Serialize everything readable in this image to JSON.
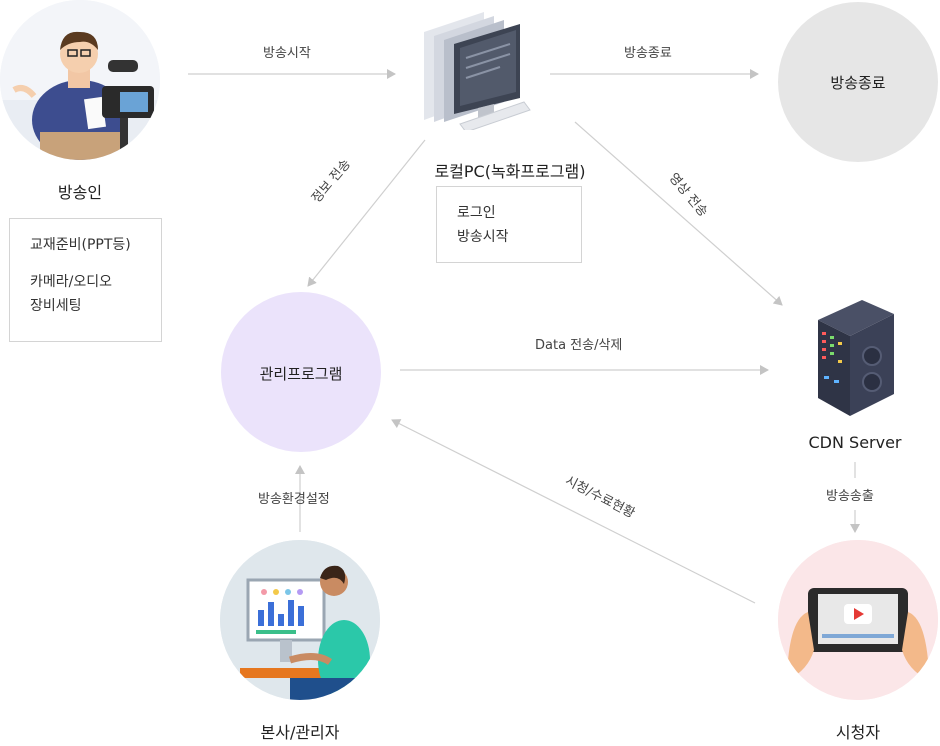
{
  "nodes": {
    "broadcaster": {
      "label": "방송인"
    },
    "local_pc": {
      "label": "로컬PC(녹화프로그램)"
    },
    "broadcast_end": {
      "label": "방송종료"
    },
    "management": {
      "label": "관리프로그램"
    },
    "cdn": {
      "label": "CDN Server"
    },
    "hq_admin": {
      "label": "본사/관리자"
    },
    "viewer": {
      "label": "시청자"
    }
  },
  "boxes": {
    "broadcaster_prep": {
      "lines": [
        "교재준비(PPT등)",
        "카메라/오디오",
        "장비세팅"
      ]
    },
    "pc_steps": {
      "lines": [
        "로그인",
        "방송시작"
      ]
    }
  },
  "edges": {
    "start": "방송시작",
    "end": "방송종료",
    "info": "정보 전송",
    "video": "영상 전송",
    "data": "Data 전송/삭제",
    "env": "방송환경설정",
    "view_status": "시청/수료현황",
    "send_out": "방송송출"
  },
  "colors": {
    "management_bg": "#ebe3fb",
    "end_bg": "#e6e6e6",
    "hq_bg": "#dfe7ec",
    "viewer_bg": "#fbe6e8",
    "arrow": "#c8c8c8"
  }
}
